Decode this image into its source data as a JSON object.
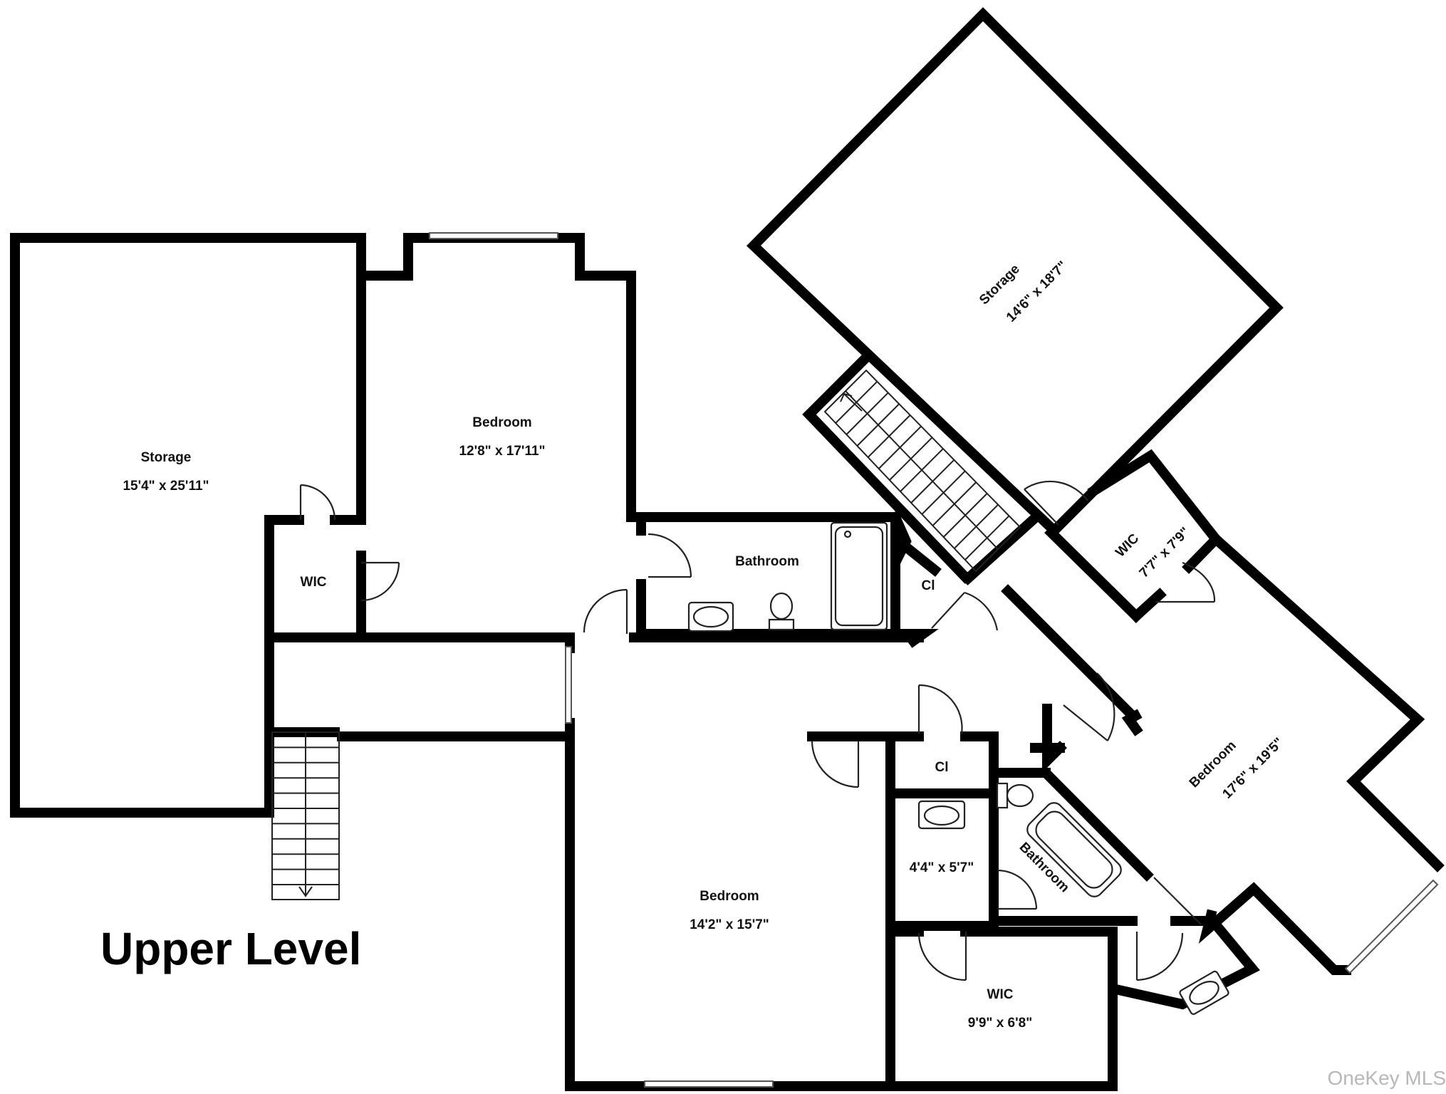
{
  "plan": {
    "title": "Upper Level",
    "watermark": "OneKey MLS"
  },
  "rooms": {
    "storage_left": {
      "name": "Storage",
      "dims": "15'4\" x 25'11\""
    },
    "bedroom_top": {
      "name": "Bedroom",
      "dims": "12'8\" x 17'11\""
    },
    "wic_left": {
      "name": "WIC"
    },
    "bathroom_top": {
      "name": "Bathroom"
    },
    "closet_upper": {
      "name": "Cl"
    },
    "storage_right": {
      "name": "Storage",
      "dims": "14'6\" x 18'7\""
    },
    "wic_right": {
      "name": "WIC",
      "dims": "7'7\" x 7'9\""
    },
    "bedroom_right": {
      "name": "Bedroom",
      "dims": "17'6\" x 19'5\""
    },
    "closet_lower": {
      "name": "Cl"
    },
    "half_bath": {
      "dims": "4'4\" x 5'7\""
    },
    "bathroom_angled": {
      "name": "Bathroom"
    },
    "bedroom_bottom": {
      "name": "Bedroom",
      "dims": "14'2\" x 15'7\""
    },
    "wic_bottom": {
      "name": "WIC",
      "dims": "9'9\" x 6'8\""
    }
  }
}
